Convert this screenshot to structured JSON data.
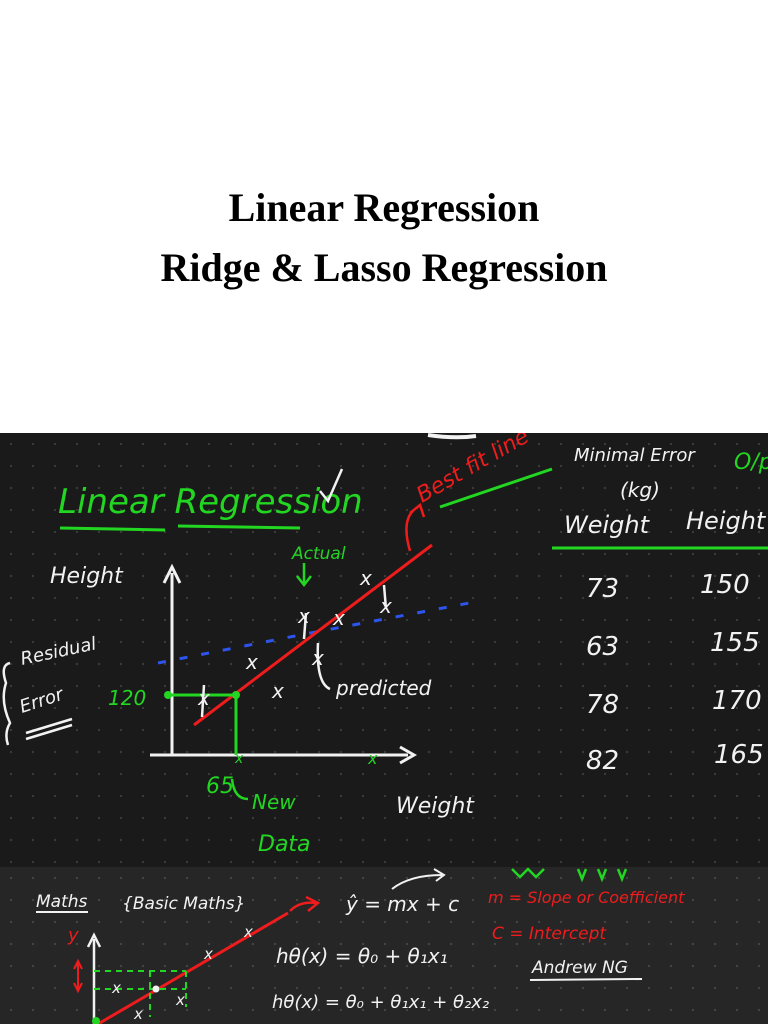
{
  "title": {
    "line1": "Linear Regression",
    "line2": "Ridge & Lasso Regression"
  },
  "board1": {
    "heading": "Linear Regression",
    "y_axis": "Height",
    "x_axis": "Weight",
    "residual_1": "Residual",
    "residual_2": "Error",
    "y_marker": "120",
    "actual": "Actual",
    "predicted": "predicted",
    "best_fit": "Best fit line",
    "new_val": "65",
    "new_1": "New",
    "new_2": "Data",
    "minimal": "Minimal Error",
    "op": "O/p",
    "kg": "(kg)",
    "table_headers": [
      "Weight",
      "Height"
    ],
    "table_rows": [
      [
        "73",
        "150"
      ],
      [
        "63",
        "155"
      ],
      [
        "78",
        "170"
      ],
      [
        "82",
        "165"
      ]
    ]
  },
  "board2": {
    "maths": "Maths",
    "basic": "{Basic Maths}",
    "y_label": "y",
    "yhat": "ŷ = mx + c",
    "h1": "hθ(x) = θ₀ + θ₁x₁",
    "h2": "hθ(x) = θ₀ + θ₁x₁ + θ₂x₂",
    "m_def": "m = Slope or Coefficient",
    "c_def": "C = Intercept",
    "andrew": "Andrew NG"
  },
  "colors": {
    "green": "#22d622",
    "red": "#ee1c1c",
    "white": "#f2f2f2",
    "blue": "#2d55ee",
    "board": "#1a1a1a"
  }
}
